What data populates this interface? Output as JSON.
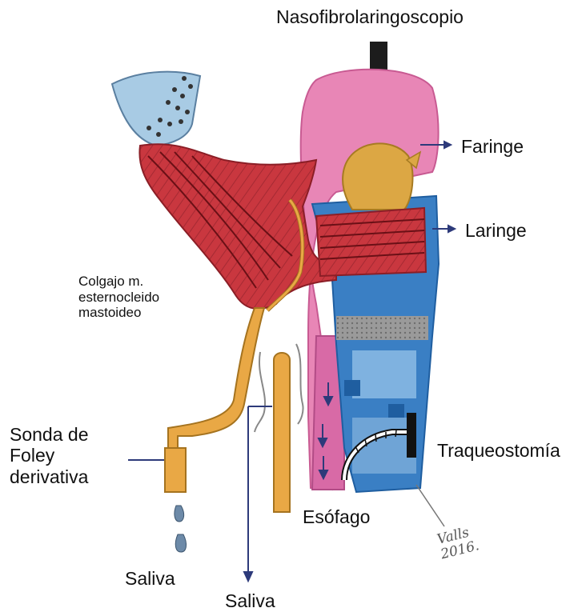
{
  "labels": {
    "endoscope": "Nasofibrolaringoscopio",
    "pharynx": "Faringe",
    "larynx": "Laringe",
    "flap_lines": [
      "Colgajo m.",
      "esternocleido",
      "mastoideo"
    ],
    "foley_lines": [
      "Sonda de",
      "Foley",
      "derivativa"
    ],
    "tracheostomy": "Traqueostomía",
    "esophagus": "Esófago",
    "saliva_left": "Saliva",
    "saliva_bottom": "Saliva"
  },
  "signature": [
    "Valls",
    "2016."
  ],
  "colors": {
    "pharynx_pink": "#e886b6",
    "muscle_red": "#c9373f",
    "larynx_blue": "#3a7fc4",
    "tube_orange": "#e9a845",
    "epiglottis_gold": "#dca744",
    "bone_blue": "#a8cbe4",
    "arrow_navy": "#2d3a7a"
  }
}
